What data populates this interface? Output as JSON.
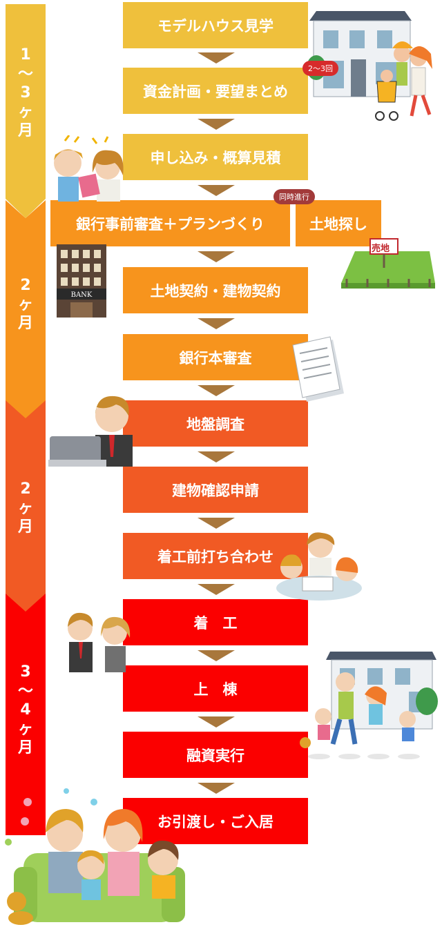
{
  "phases": [
    {
      "label": "1\n〜\n3\nヶ\n月",
      "color": "#efc03c"
    },
    {
      "label": "2\nヶ\n月",
      "color": "#f7941d"
    },
    {
      "label": "2\nヶ\n月",
      "color": "#f15a24"
    },
    {
      "label": "3\n〜\n4\nヶ\n月",
      "color": "#fb0000"
    }
  ],
  "steps": [
    "モデルハウス見学",
    "資金計画・要望まとめ",
    "申し込み・概算見積",
    "銀行事前審査＋プランづくり",
    "土地探し",
    "土地契約・建物契約",
    "銀行本審査",
    "地盤調査",
    "建物確認申請",
    "着工前打ち合わせ",
    "着　工",
    "上　棟",
    "融資実行",
    "お引渡し・ご入居"
  ],
  "badges": {
    "parallel": "同時進行",
    "visits": "2〜3回",
    "land_sign": "売地",
    "bank_sign": "BANK"
  }
}
